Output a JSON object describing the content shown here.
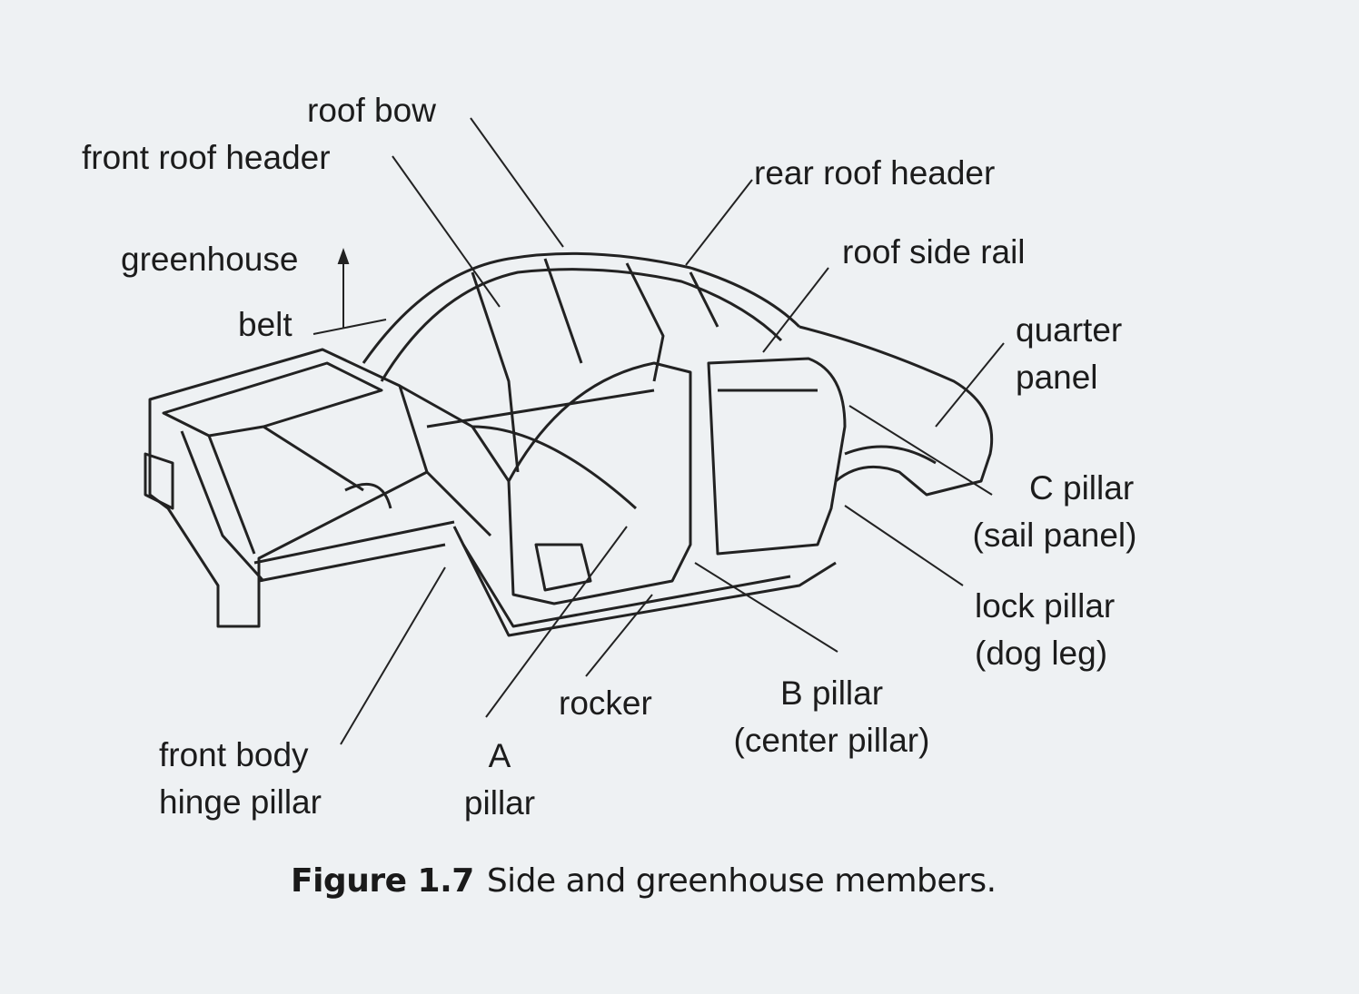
{
  "labels": {
    "roof_bow": "roof bow",
    "front_roof_header": "front roof header",
    "rear_roof_header": "rear roof header",
    "greenhouse": "greenhouse",
    "roof_side_rail": "roof side rail",
    "belt": "belt",
    "quarter_panel": [
      "quarter",
      "panel"
    ],
    "c_pillar": [
      "C pillar",
      "(sail panel)"
    ],
    "lock_pillar": [
      "lock pillar",
      "(dog leg)"
    ],
    "b_pillar": [
      "B pillar",
      "(center pillar)"
    ],
    "rocker": "rocker",
    "front_body_hinge_pillar": [
      "front body",
      "hinge pillar"
    ],
    "a_pillar": [
      "A",
      "pillar"
    ]
  },
  "caption": {
    "number": "Figure 1.7",
    "text": "Side and greenhouse members."
  },
  "colors": {
    "background": "#eef1f3",
    "ink": "#1c1c1c"
  }
}
